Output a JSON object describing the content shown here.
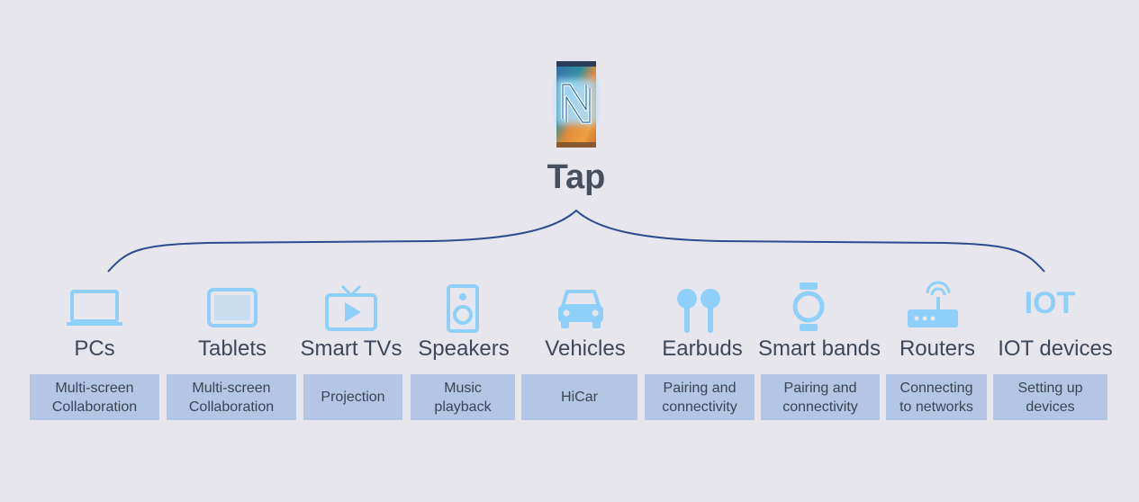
{
  "title": "Tap",
  "colors": {
    "background": "#e7e6ed",
    "icon": "#8fd0fb",
    "brace": "#2f4d8c",
    "box": "#b3c6e6",
    "text": "#3f4858"
  },
  "phone_icon": "nfc-phone-icon",
  "devices": [
    {
      "icon": "laptop-icon",
      "name": "PCs",
      "feature": "Multi-screen\nCollaboration"
    },
    {
      "icon": "tablet-icon",
      "name": "Tablets",
      "feature": "Multi-screen\nCollaboration"
    },
    {
      "icon": "tv-icon",
      "name": "Smart TVs",
      "feature": "Projection"
    },
    {
      "icon": "speaker-icon",
      "name": "Speakers",
      "feature": "Music\nplayback"
    },
    {
      "icon": "car-icon",
      "name": "Vehicles",
      "feature": "HiCar"
    },
    {
      "icon": "earbuds-icon",
      "name": "Earbuds",
      "feature": "Pairing and\nconnectivity"
    },
    {
      "icon": "watch-icon",
      "name": "Smart bands",
      "feature": "Pairing and\nconnectivity"
    },
    {
      "icon": "router-icon",
      "name": "Routers",
      "feature": "Connecting\nto networks"
    },
    {
      "icon": "iot-icon",
      "iot_text": "IOT",
      "name": "IOT devices",
      "feature": "Setting up\ndevices"
    }
  ]
}
